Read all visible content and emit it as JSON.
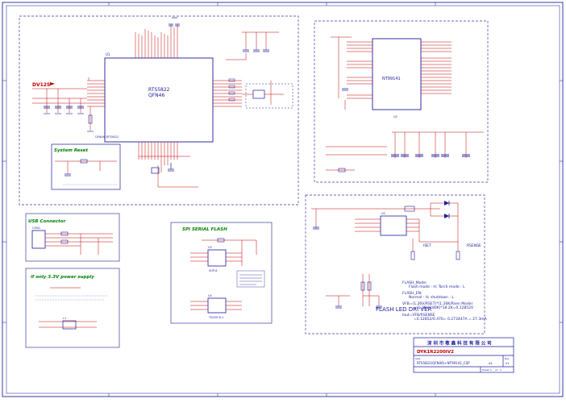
{
  "colors": {
    "frame": "#3a3aa0",
    "wire": "#c00000",
    "part": "#1c1c9a",
    "label": "#b00000",
    "netlabel": "#e8e800",
    "heading": "#1a1a1a",
    "greenNote": "#00a000",
    "background": "#ffffff"
  },
  "blocks": {
    "main_ic": {
      "ref": "U1",
      "name": "RTS5822",
      "package": "QFN46",
      "footer": "QFN46_RTS5822"
    },
    "dv12s": {
      "label": "DV12S"
    },
    "system_reset": {
      "title": "System Reset"
    },
    "usb_connector": {
      "title": "USB Connector",
      "ref": "CON1"
    },
    "spi_flash": {
      "title": "SPI SERIAL FLASH",
      "ref1": "U3",
      "ref2": "U4",
      "pkg1": "SOP-8",
      "pkg2": "TSSOP-8-1"
    },
    "power_supply": {
      "title": "if only 3.3V power supply",
      "ref": "L1"
    },
    "sensor_ic": {
      "ref": "U2",
      "name": "NT99141"
    },
    "flash_driver": {
      "title": "FLASH LED DRI VER",
      "ref": "U5",
      "pin_iset": "ISET",
      "pin_rsense": "RSENSE",
      "note_mode": "FLASH_Mode:",
      "note_mode2": "Flash mode : H; Torch mode : L",
      "note_en": "FLASH_EN:",
      "note_en2": "Normal : H; shutdown : L",
      "note_vfb": "VFB=(1.26V/RSET)*(1.26K/Rsen  Mode)",
      "note_vfb2": "=(1.26V/180K)*18.2K=0.12852V",
      "note_iout": "Iout=VFB/RSENSE",
      "note_iout2": "=0.12852/0.470= 0.273447A = 27.3mA"
    }
  },
  "title_block": {
    "company": "深 圳 市 敬 鑫 科 技 有 限 公 司",
    "doc_no": "DYK1R2200IV2",
    "doc_sub": "RTS5822(QFN46)+NT99141_CSP",
    "size_label": "Size",
    "size_value": "A4",
    "rev_label": "Rev",
    "rev_value": "V1",
    "sheet_label": "Sheet",
    "sheet_value": "1",
    "of_label": "of",
    "of_value": "1"
  }
}
